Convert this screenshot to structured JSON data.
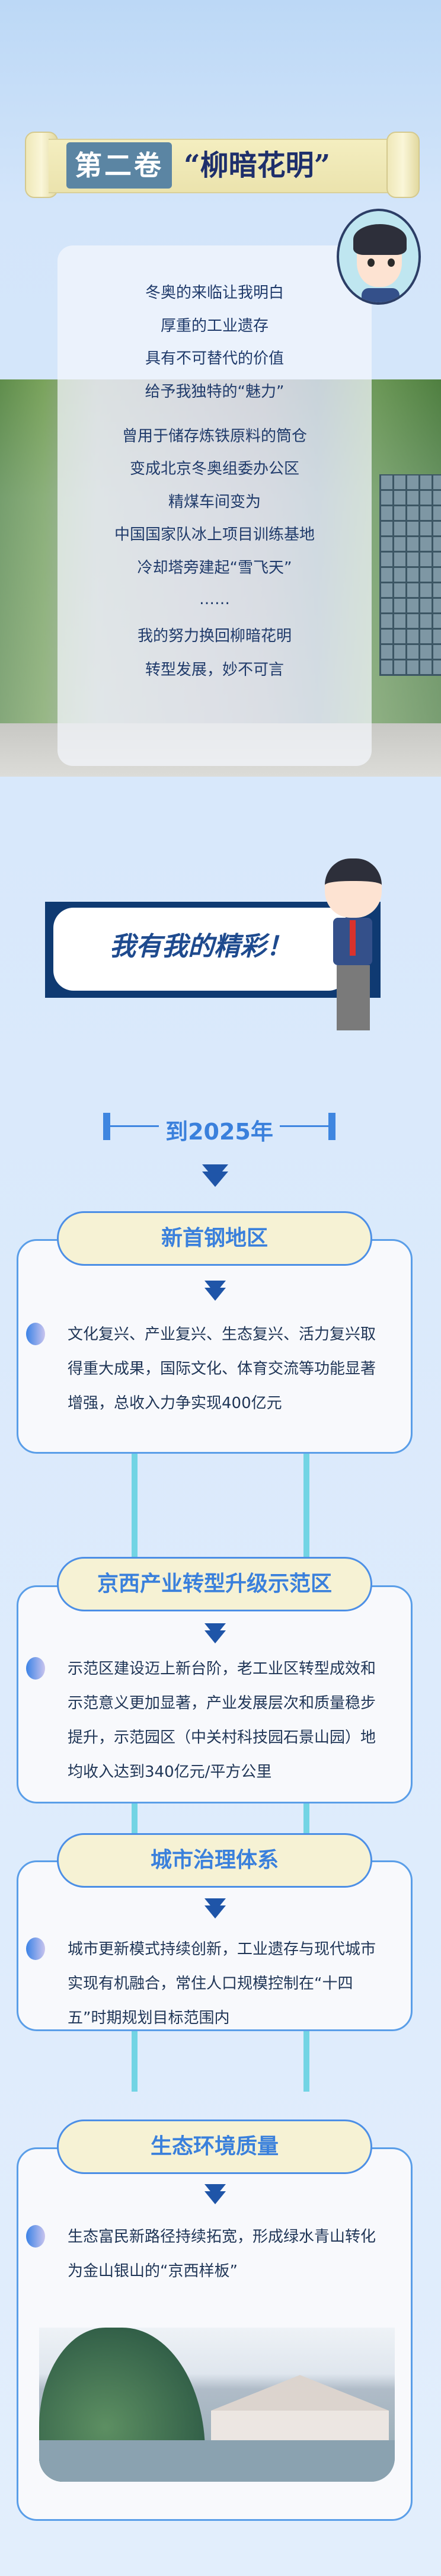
{
  "header": {
    "volume": "第二卷",
    "title": "“柳暗花明”"
  },
  "poem": {
    "lines": [
      "冬奥的来临让我明白",
      "厚重的工业遗存",
      "具有不可替代的价值",
      "给予我独特的“魅力”",
      "曾用于储存炼铁原料的筒仓",
      "变成北京冬奥组委办公区",
      "精煤车间变为",
      "中国国家队冰上项目训练基地",
      "冷却塔旁建起“雪飞天”",
      "……",
      "我的努力换回柳暗花明",
      "转型发展，妙不可言"
    ]
  },
  "banner": {
    "text": "我有我的精彩！"
  },
  "timeline": {
    "year": "到2025年"
  },
  "sections": [
    {
      "title": "新首钢地区",
      "text": "文化复兴、产业复兴、生态复兴、活力复兴取得重大成果，国际文化、体育交流等功能显著增强，总收入力争实现400亿元"
    },
    {
      "title": "京西产业转型升级示范区",
      "text": "示范区建设迈上新台阶，老工业区转型成效和示范意义更加显著，产业发展层次和质量稳步提升，示范园区（中关村科技园石景山园）地均收入达到340亿元/平方公里"
    },
    {
      "title": "城市治理体系",
      "text": "城市更新模式持续创新，工业遗存与现代城市实现有机融合，常住人口规模控制在“十四五”时期规划目标范围内"
    },
    {
      "title": "生态环境质量",
      "text": "生态富民新路径持续拓宽，形成绿水青山转化为金山银山的“京西样板”"
    }
  ],
  "colors": {
    "accent": "#3a80dc",
    "dark": "#1f3556",
    "pill": "#f6f2d4",
    "connector": "#72d4e4"
  }
}
